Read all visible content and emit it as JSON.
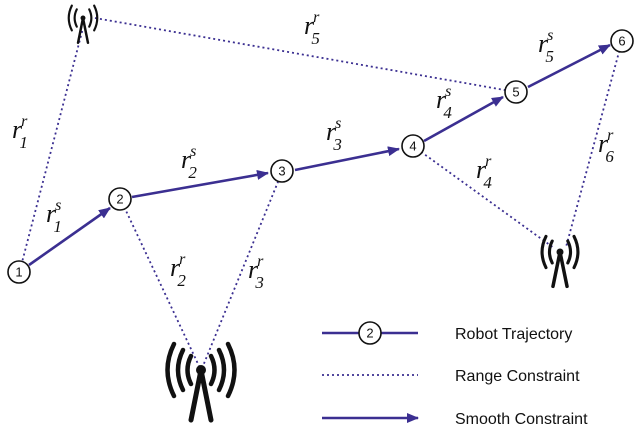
{
  "nodes": [
    {
      "label": "1"
    },
    {
      "label": "2"
    },
    {
      "label": "3"
    },
    {
      "label": "4"
    },
    {
      "label": "5"
    },
    {
      "label": "6"
    }
  ],
  "smooth_labels": [
    {
      "base": "r",
      "sub": "1",
      "sup": "s"
    },
    {
      "base": "r",
      "sub": "2",
      "sup": "s"
    },
    {
      "base": "r",
      "sub": "3",
      "sup": "s"
    },
    {
      "base": "r",
      "sub": "4",
      "sup": "s"
    },
    {
      "base": "r",
      "sub": "5",
      "sup": "s"
    }
  ],
  "range_labels": [
    {
      "base": "r",
      "sub": "1",
      "sup": "r"
    },
    {
      "base": "r",
      "sub": "2",
      "sup": "r"
    },
    {
      "base": "r",
      "sub": "3",
      "sup": "r"
    },
    {
      "base": "r",
      "sub": "4",
      "sup": "r"
    },
    {
      "base": "r",
      "sub": "5",
      "sup": "r"
    },
    {
      "base": "r",
      "sub": "6",
      "sup": "r"
    }
  ],
  "legend": {
    "trajectory_node_label": "2",
    "trajectory": "Robot Trajectory",
    "range": "Range Constraint",
    "smooth": "Smooth Constraint"
  },
  "colors": {
    "edge": "#3b2f91",
    "node_stroke": "#111111"
  },
  "icons": [
    "radio-antenna-icon",
    "radio-antenna-icon",
    "radio-antenna-icon"
  ]
}
